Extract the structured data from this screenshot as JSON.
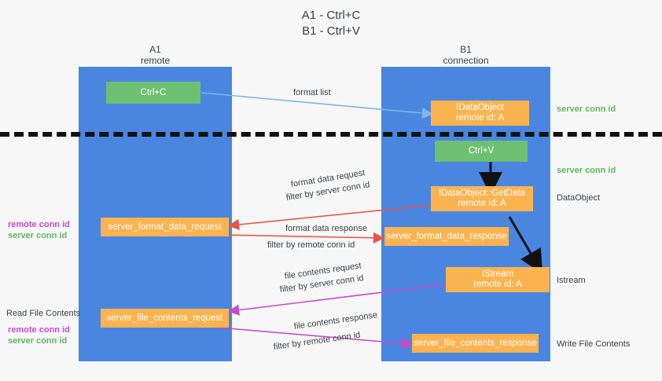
{
  "title": "A1 - Ctrl+C\nB1 - Ctrl+V",
  "lanes": {
    "a": {
      "name": "A1\nremote"
    },
    "b": {
      "name": "B1\nconnection"
    }
  },
  "boxes": {
    "ctrl_c": "Ctrl+C",
    "idataobject": "IDataObject\nremote id: A",
    "ctrl_v": "Ctrl+V",
    "getdata": "IDataObject::GetData\nremote id: A",
    "server_format_data_request": "server_format_data_request",
    "server_format_data_response": "server_format_data_response",
    "istream": "IStream\nremote id: A",
    "server_file_contents_request": "server_file_contents_request",
    "server_file_contents_response": "server_file_contents_response"
  },
  "edges": {
    "format_list": "format list",
    "format_data_request": "format data request",
    "format_data_request_filter_prefix": "filter by ",
    "format_data_request_filter_value": "server conn id",
    "format_data_response": "format data response",
    "format_data_response_filter_prefix": "filter by ",
    "format_data_response_filter_value": "remote conn id",
    "file_contents_request": "file contents request",
    "file_contents_request_filter_prefix": "filter by ",
    "file_contents_request_filter_value": "server conn id",
    "file_contents_response": "file contents response",
    "file_contents_response_filter_prefix": "filter by ",
    "file_contents_response_filter_value": "remote conn id"
  },
  "right_labels": {
    "server_conn_id_top": "server conn id",
    "server_conn_id_mid": "server conn id",
    "dataobject": "DataObject",
    "istream": "Istream",
    "write_file_contents": "Write File Contents"
  },
  "left_labels": {
    "remote_conn_id_1": "remote conn id",
    "server_conn_id_1": "server conn id",
    "read_file_contents": "Read File Contents",
    "remote_conn_id_2": "remote conn id",
    "server_conn_id_2": "server conn id"
  },
  "colors": {
    "lane": "#4a86e0",
    "green_box": "#6fbf73",
    "orange_box": "#fbb350",
    "server_conn": "#5cb85c",
    "remote_conn": "#c64bd0",
    "arrow_blue": "#7ab8e8",
    "arrow_red": "#e8564a",
    "arrow_magenta": "#c64bd0",
    "arrow_black": "#000000",
    "background": "#f7f7f7"
  }
}
